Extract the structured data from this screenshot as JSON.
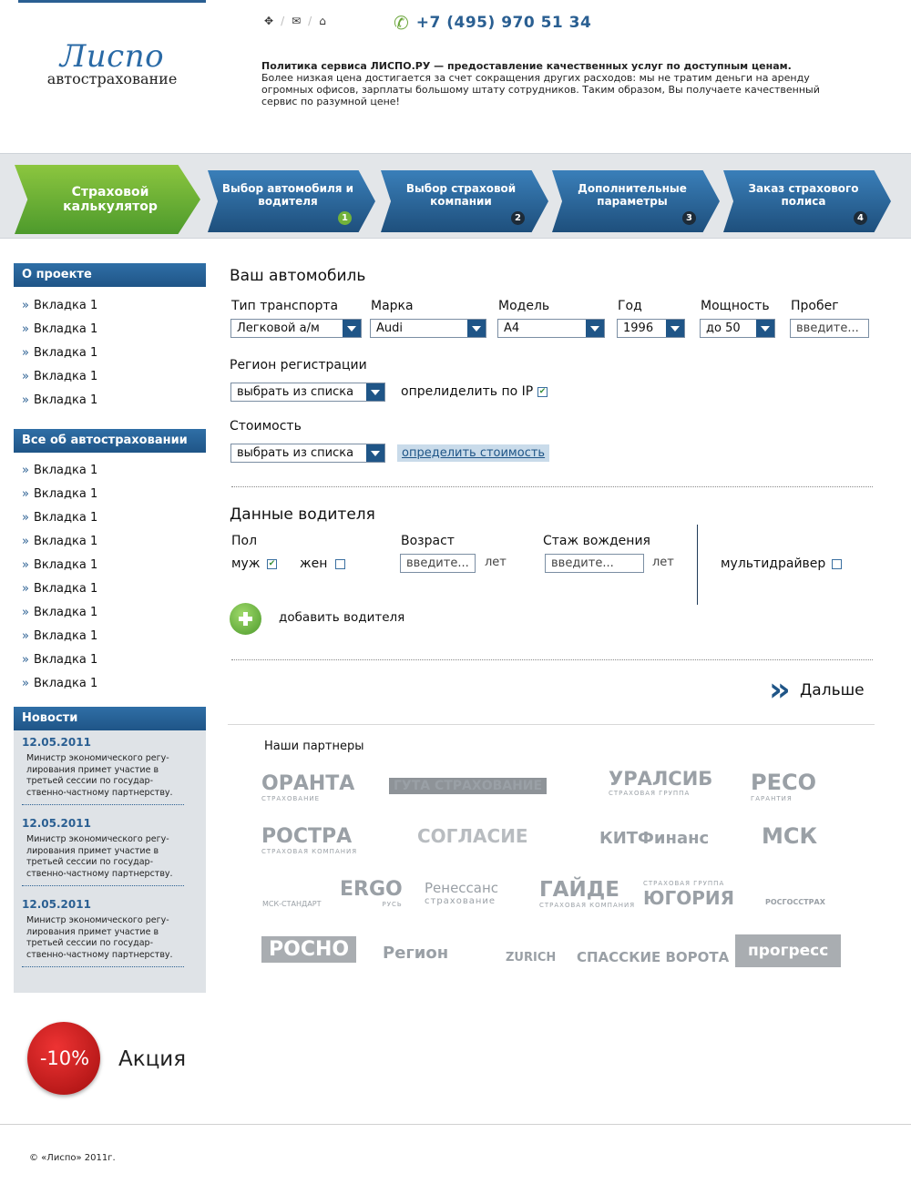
{
  "header": {
    "logo_main": "Лиспо",
    "logo_sub": "автострахование",
    "icons": [
      "move-icon",
      "mail-icon",
      "home-icon"
    ],
    "phone": "+7 (495) 970 51 34",
    "policy_title": "Политика сервиса ЛИСПО.РУ — предоставление качественных услуг по доступным ценам.",
    "policy_text": "Более низкая цена достигается за счет сокращения других расходов: мы не тратим деньги на аренду огромных офисов, зарплаты большому штату сотрудников. Таким образом, Вы получаете качественный сервис по разумной цене!"
  },
  "steps": [
    {
      "label": "Страховой калькулятор",
      "num": ""
    },
    {
      "label": "Выбор автомобиля и водителя",
      "num": "1"
    },
    {
      "label": "Выбор страховой компании",
      "num": "2"
    },
    {
      "label": "Дополнительные параметры",
      "num": "3"
    },
    {
      "label": "Заказ страхового полиса",
      "num": "4"
    }
  ],
  "sidebar": {
    "about_title": "О проекте",
    "about_items": [
      "Вкладка 1",
      "Вкладка 1",
      "Вкладка 1",
      "Вкладка 1",
      "Вкладка 1"
    ],
    "auto_title": "Все об автостраховании",
    "auto_items": [
      "Вкладка 1",
      "Вкладка 1",
      "Вкладка 1",
      "Вкладка 1",
      "Вкладка 1",
      "Вкладка 1",
      "Вкладка 1",
      "Вкладка 1",
      "Вкладка 1",
      "Вкладка 1"
    ],
    "news_title": "Новости",
    "news": [
      {
        "date": "12.05.2011",
        "text": "Министр экономического регу-лирования примет участие в третьей сессии по государ-ственно-частному партнерству."
      },
      {
        "date": "12.05.2011",
        "text": "Министр экономического регу-лирования примет участие в третьей сессии по государ-ственно-частному партнерству."
      },
      {
        "date": "12.05.2011",
        "text": "Министр экономического регу-лирования примет участие в третьей сессии по государ-ственно-частному партнерству."
      }
    ]
  },
  "promo": {
    "percent": "-10%",
    "label": "Акция"
  },
  "car": {
    "title": "Ваш автомобиль",
    "type_label": "Тип транспорта",
    "type_value": "Легковой а/м",
    "brand_label": "Марка",
    "brand_value": "Audi",
    "model_label": "Модель",
    "model_value": "A4",
    "year_label": "Год",
    "year_value": "1996",
    "power_label": "Мощность",
    "power_value": "до 50",
    "mileage_label": "Пробег",
    "mileage_placeholder": "введите...",
    "region_label": "Регион регистрации",
    "region_value": "выбрать из списка",
    "by_ip_label": "опрелиделить по IP",
    "cost_label": "Стоимость",
    "cost_value": "выбрать из списка",
    "calc_cost_link": "определить стоимость"
  },
  "driver": {
    "title": "Данные водителя",
    "sex_label": "Пол",
    "male": "муж",
    "female": "жен",
    "age_label": "Возраст",
    "age_placeholder": "введите...",
    "age_unit": "лет",
    "exp_label": "Стаж вождения",
    "exp_placeholder": "введите...",
    "exp_unit": "лет",
    "multidriver": "мультидрайвер",
    "add_driver": "добавить водителя"
  },
  "next_label": "Дальше",
  "partners": {
    "title": "Наши партнеры",
    "logos": [
      "ОРАНТА",
      "ГУТА СТРАХОВАНИЕ",
      "УРАЛСИБ",
      "РЕСО",
      "РОСТРА",
      "СОГЛАСИЕ",
      "КИТФинанс",
      "МСК",
      "МСК-СТАНДАРТ",
      "ERGO",
      "Ренессанс",
      "ГАЙДЕ",
      "ЮГОРИЯ",
      "РОСГОССТРАХ",
      "РОСНО",
      "Регион",
      "ZURICH",
      "СПАССКИЕ ВОРОТА",
      "прогресс"
    ],
    "subs": [
      "СТРАХОВАНИЕ",
      "СТРАХОВАЯ ГРУППА",
      "ГАРАНТИЯ",
      "СТРАХОВАЯ КОМПАНИЯ",
      "РУСЬ",
      "страхование",
      "СТРАХОВАЯ КОМПАНИЯ",
      "СТРАХОВАЯ ГРУППА"
    ]
  },
  "footer": {
    "copyright": "© «Лиспо» 2011г."
  }
}
